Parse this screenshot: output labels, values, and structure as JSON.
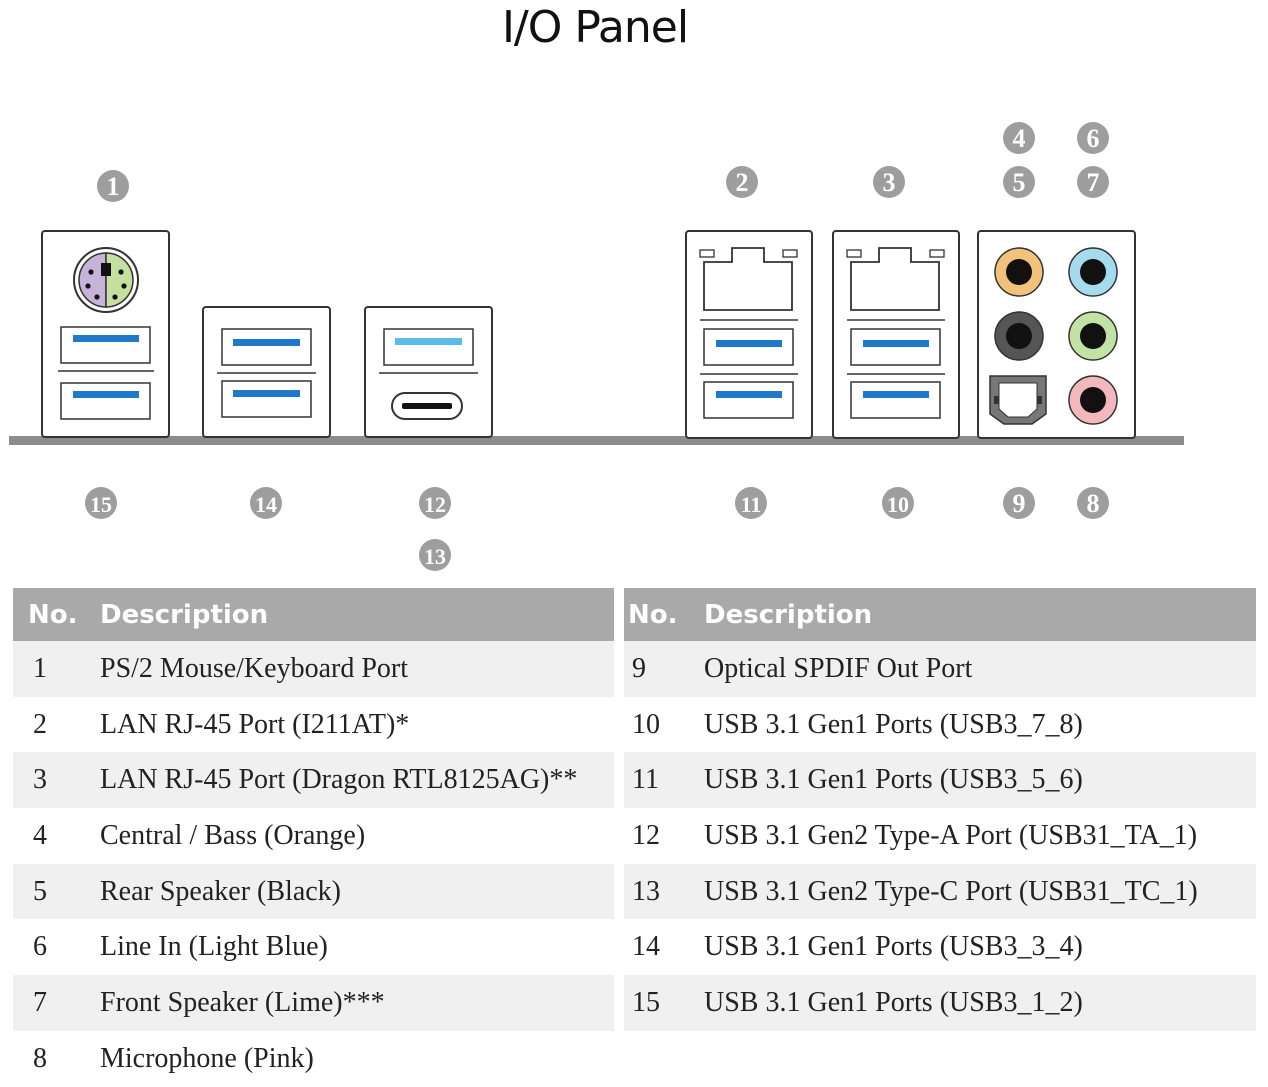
{
  "title": "I/O Panel",
  "callouts": {
    "c1": "1",
    "c2": "2",
    "c3": "3",
    "c4": "4",
    "c5": "5",
    "c6": "6",
    "c7": "7",
    "c8": "8",
    "c9": "9",
    "c10": "10",
    "c11": "11",
    "c12": "12",
    "c13": "13",
    "c14": "14",
    "c15": "15"
  },
  "colors": {
    "usb_blue": "#1f78c8",
    "usb_gen2_blue": "#5bbcea",
    "jack_orange": "#f1c27a",
    "jack_black": "#555555",
    "jack_light_blue": "#a6dbef",
    "jack_lime": "#c2e2a6",
    "jack_pink": "#f2b8bd",
    "ps2_purple": "#c7b3d9",
    "ps2_green": "#c5df9f",
    "callout_gray": "#9e9e9e",
    "header_gray": "#a9a9a9"
  },
  "table": {
    "header_no": "No.",
    "header_description": "Description",
    "left_rows": [
      {
        "no": "1",
        "desc": "PS/2 Mouse/Keyboard Port"
      },
      {
        "no": "2",
        "desc": "LAN RJ-45 Port (I211AT)*"
      },
      {
        "no": "3",
        "desc": "LAN RJ-45 Port (Dragon RTL8125AG)**"
      },
      {
        "no": "4",
        "desc": "Central / Bass (Orange)"
      },
      {
        "no": "5",
        "desc": "Rear Speaker (Black)"
      },
      {
        "no": "6",
        "desc": "Line In (Light Blue)"
      },
      {
        "no": "7",
        "desc": "Front Speaker (Lime)***"
      },
      {
        "no": "8",
        "desc": "Microphone (Pink)"
      }
    ],
    "right_rows": [
      {
        "no": "9",
        "desc": "Optical SPDIF Out Port"
      },
      {
        "no": "10",
        "desc": "USB 3.1 Gen1 Ports (USB3_7_8)"
      },
      {
        "no": "11",
        "desc": "USB 3.1 Gen1 Ports (USB3_5_6)"
      },
      {
        "no": "12",
        "desc": "USB 3.1 Gen2 Type-A Port (USB31_TA_1)"
      },
      {
        "no": "13",
        "desc": "USB 3.1 Gen2 Type-C Port (USB31_TC_1)"
      },
      {
        "no": "14",
        "desc": "USB 3.1 Gen1 Ports (USB3_3_4)"
      },
      {
        "no": "15",
        "desc": "USB 3.1 Gen1 Ports (USB3_1_2)"
      }
    ]
  }
}
